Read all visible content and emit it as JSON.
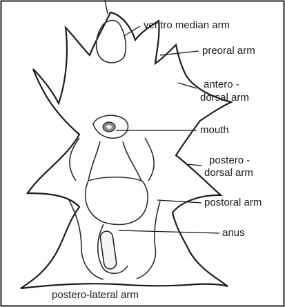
{
  "figure": {
    "labels": {
      "ventro_median_arm": "ventro median arm",
      "preoral_arm": "preoral arm",
      "antero_dorsal_arm_1": "antero -",
      "antero_dorsal_arm_2": "dorsal arm",
      "mouth": "mouth",
      "postero_dorsal_arm_1": "postero -",
      "postero_dorsal_arm_2": "dorsal arm",
      "postoral_arm": "postoral arm",
      "anus": "anus",
      "postero_lateral_arm": "postero-lateral arm"
    }
  }
}
